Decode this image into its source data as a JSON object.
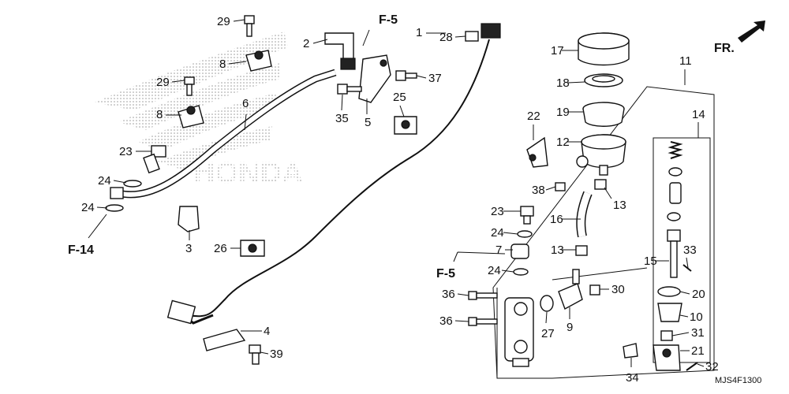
{
  "diagram": {
    "direction_label": "FR.",
    "brand_watermark": "HONDA",
    "diagram_code": "MJS4F1300",
    "callouts": [
      {
        "num": "1"
      },
      {
        "num": "2"
      },
      {
        "num": "3"
      },
      {
        "num": "4"
      },
      {
        "num": "5"
      },
      {
        "num": "6"
      },
      {
        "num": "7"
      },
      {
        "num": "8"
      },
      {
        "num": "8"
      },
      {
        "num": "9"
      },
      {
        "num": "10"
      },
      {
        "num": "11"
      },
      {
        "num": "12"
      },
      {
        "num": "13"
      },
      {
        "num": "13"
      },
      {
        "num": "14"
      },
      {
        "num": "15"
      },
      {
        "num": "16"
      },
      {
        "num": "17"
      },
      {
        "num": "18"
      },
      {
        "num": "19"
      },
      {
        "num": "20"
      },
      {
        "num": "21"
      },
      {
        "num": "22"
      },
      {
        "num": "23"
      },
      {
        "num": "23"
      },
      {
        "num": "24"
      },
      {
        "num": "24"
      },
      {
        "num": "24"
      },
      {
        "num": "24"
      },
      {
        "num": "25"
      },
      {
        "num": "26"
      },
      {
        "num": "27"
      },
      {
        "num": "28"
      },
      {
        "num": "29"
      },
      {
        "num": "29"
      },
      {
        "num": "30"
      },
      {
        "num": "31"
      },
      {
        "num": "32"
      },
      {
        "num": "33"
      },
      {
        "num": "34"
      },
      {
        "num": "35"
      },
      {
        "num": "36"
      },
      {
        "num": "36"
      },
      {
        "num": "37"
      },
      {
        "num": "38"
      },
      {
        "num": "39"
      }
    ],
    "references": [
      {
        "code": "F-5"
      },
      {
        "code": "F-5"
      },
      {
        "code": "F-14"
      }
    ]
  }
}
